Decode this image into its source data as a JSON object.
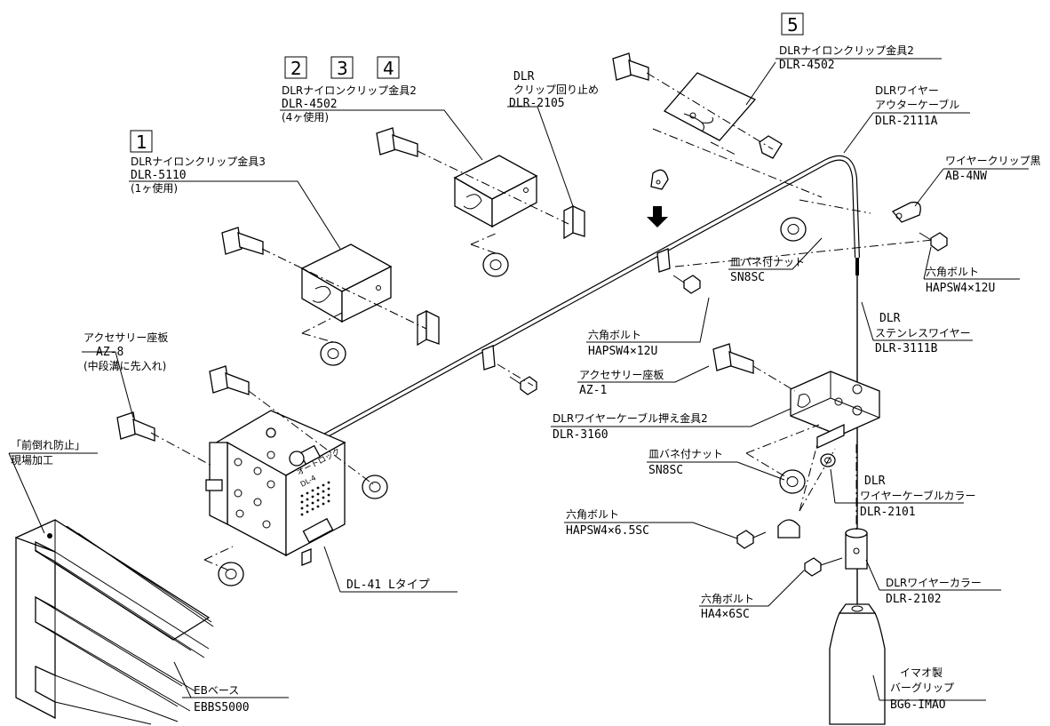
{
  "item_numbers": {
    "n1": "1",
    "n2": "2",
    "n3": "3",
    "n4": "4",
    "n5": "5"
  },
  "callouts": {
    "clip3": {
      "name": "DLRナイロンクリップ金具3",
      "code": "DLR-5110",
      "note": "(1ヶ使用)"
    },
    "clip2a": {
      "name": "DLRナイロンクリップ金具2",
      "code": "DLR-4502",
      "note": "(4ヶ使用)"
    },
    "stopper": {
      "line1": "DLR",
      "line2": "クリップ回り止め",
      "code": "DLR-2105"
    },
    "clip2b": {
      "name": "DLRナイロンクリップ金具2",
      "code": "DLR-4502"
    },
    "outer": {
      "line1": "DLRワイヤー",
      "line2": "アウターケーブル",
      "code": "DLR-2111A"
    },
    "wireclip": {
      "name": "ワイヤークリップ黒",
      "code": "AB-4NW"
    },
    "nut1": {
      "name": "皿バネ付ナット",
      "code": "SN8SC"
    },
    "bolt_r": {
      "name": "六角ボルト",
      "code": "HAPSW4×12U"
    },
    "bolt_c": {
      "name": "六角ボルト",
      "code": "HAPSW4×12U"
    },
    "stainless": {
      "line1": "DLR",
      "line2": "ステンレスワイヤー",
      "code": "DLR-3111B"
    },
    "plate1": {
      "name": "アクセサリー座板",
      "code": "AZ-1"
    },
    "plate8": {
      "name": "アクセサリー座板",
      "code": "AZ-8",
      "note": "(中段溝に先入れ)"
    },
    "press": {
      "name": "DLRワイヤーケーブル押え金具2",
      "code": "DLR-3160"
    },
    "nut2": {
      "name": "皿バネ付ナット",
      "code": "SN8SC"
    },
    "collar1": {
      "line1": "DLR",
      "line2": "ワイヤーケーブルカラー",
      "code": "DLR-2101"
    },
    "bolt65": {
      "name": "六角ボルト",
      "code": "HAPSW4×6.5SC"
    },
    "field": {
      "line1": "「前倒れ防止」",
      "line2": "現場加工"
    },
    "dl41": {
      "name": "DL-41 Lタイプ"
    },
    "collar2": {
      "name": "DLRワイヤーカラー",
      "code": "DLR-2102"
    },
    "bolt6": {
      "name": "六角ボルト",
      "code": "HA4×6SC"
    },
    "grip": {
      "line1": "イマオ製",
      "line2": "バーグリップ",
      "code": "BG6-IMAO"
    },
    "base": {
      "name": "EBベース",
      "code": "EBBS5000"
    }
  },
  "device_label": {
    "line1": "オートロック",
    "line2": "DL-4"
  }
}
